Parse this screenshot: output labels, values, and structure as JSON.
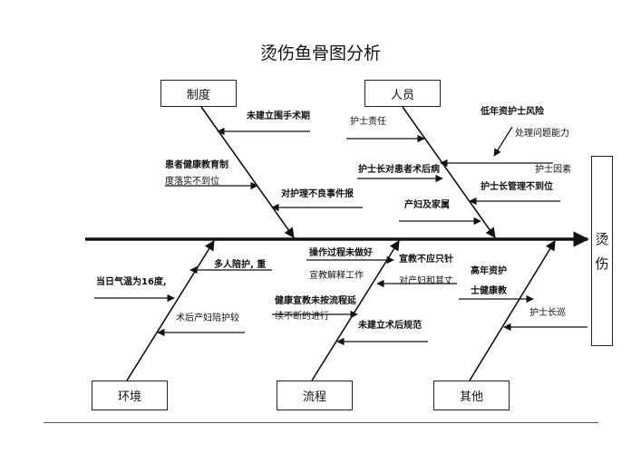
{
  "title": "烫伤鱼骨图分析",
  "effect": [
    "烫",
    "伤"
  ],
  "categories": {
    "system": "制度",
    "people": "人员",
    "environment": "环境",
    "process": "流程",
    "other": "其他"
  },
  "causes": {
    "system": [
      "未建立围手术期",
      "患者健康教育制",
      "度落实不到位",
      "对护理不良事件报"
    ],
    "people": [
      "护士责任",
      "低年资护士风险",
      "处理问题能力",
      "护士长对患者术后病",
      "护士长管理不到位",
      "护士因素",
      "产妇及家属"
    ],
    "environment": [
      "多人陪护, 重",
      "当日气温为16度,",
      "术后产妇陪护较"
    ],
    "process": [
      "操作过程未做好",
      "宣教解释工作",
      "健康宣教未按流程延",
      "续不断的进行",
      "未建立术后规范"
    ],
    "other": [
      "宣教不应只针",
      "对产妇和其丈",
      "高年资护",
      "士健康教",
      "护士长巡"
    ]
  }
}
